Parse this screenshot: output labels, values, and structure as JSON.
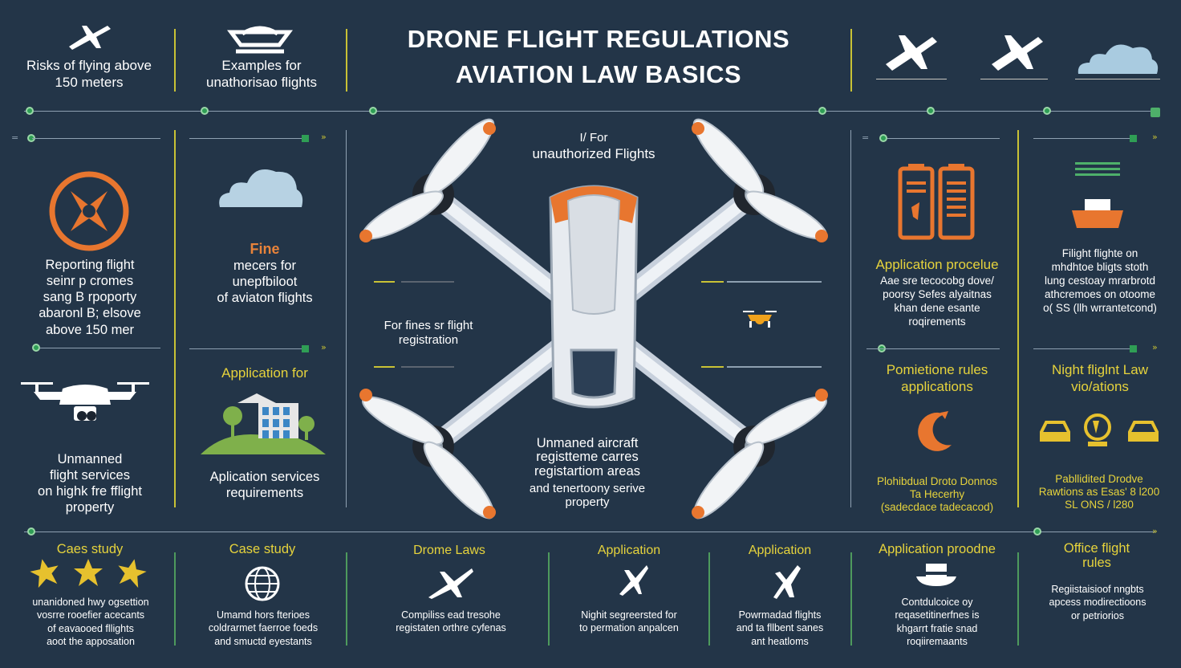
{
  "header": {
    "title_line1": "DRONE FLIGHT REGULATIONS",
    "title_line2": "AVIATION LAW BASICS",
    "box1": "Risks of flying above 150 meters",
    "box2": "Examples for unathorisao flights"
  },
  "left_column": {
    "reporting": "Reporting flight\nseinr  p cromes\nsang  B rpoporty\nabaronl B;  elsove\nabove 150 mer",
    "unmanned": "Unmanned\nflight services\non highk fre fflight\nproperty"
  },
  "second_column": {
    "fine_title": "Fine",
    "fine_text": "mecers  for\nunepfbiloot\nof aviaton flights",
    "app_title": "Application for",
    "app_text": "Aplication services\nrequirements"
  },
  "center": {
    "top_small": "I/ For",
    "top_label": "unauthorized Flights",
    "left_label": "For fines sr flight\nregistration",
    "bottom_label": "Unmaned aircraft\nregistteme carres\nregistartiom areas",
    "bottom_sub": "and tenertoony  serive\nproperty"
  },
  "right_column_a": {
    "app_title": "Application procelue",
    "app_text": "Aae sre tecocobg   dove/\npoorsy  Sefes alyaitnas\nkhan dene esante\nroqirements",
    "perm_title": "Pomietione rules\napplications",
    "prohib": "Plohibdual Droto Donnos\nTa Hecerhy\n(sadecdace tadecacod)"
  },
  "right_column_b": {
    "flight_text": "Filight flighte on\nmhdhtoe bligts stoth\nlung cestoay mrarbrotd\nathcremoes on  otoome\no( SS (llh wrrantetcond)",
    "night_title": "Night fliglnt Law\nvio/ations",
    "prohib": "Pabllidited Drodve\nRawtions as  Esas'  8 l200\nSL ONS  / l280"
  },
  "bottom_row": {
    "c1_title": "Caes study",
    "c1_text": "unanidoned hwy ogsettion\nvosrre rooefier acecants\nof eavaooed fllights\naoot the apposation",
    "c2_title": "Case study",
    "c2_text": "Umamd hors fterioes\ncoldrarmet faerroe foeds\nand smuctd eyestants",
    "c3_title": "Drome Laws",
    "c3_text": "Compiliss ead tresohe\nregistaten orthre cyfenas",
    "c4_title": "Application",
    "c4_text": "Nighit segreersted for\nto permation anpalcen",
    "c5_title": "Application",
    "c5_text": "Powrmadad flights\nand ta fllbent sanes\nant heatloms",
    "c6_title": "Application proodne",
    "c6_text": "Contdulcoice oy\nreqasetitinerfnes is\nkhgarrt fratie snad\nroqiiremaants",
    "c7_title": "Office flight\nrules",
    "c7_text": "Regiistaisioof nngbts\napcess modirectioons\nor petriorios"
  },
  "colors": {
    "background": "#233548",
    "accent_yellow": "#e6d33c",
    "accent_orange": "#e8833a",
    "divider_green": "#4e9a5d"
  }
}
